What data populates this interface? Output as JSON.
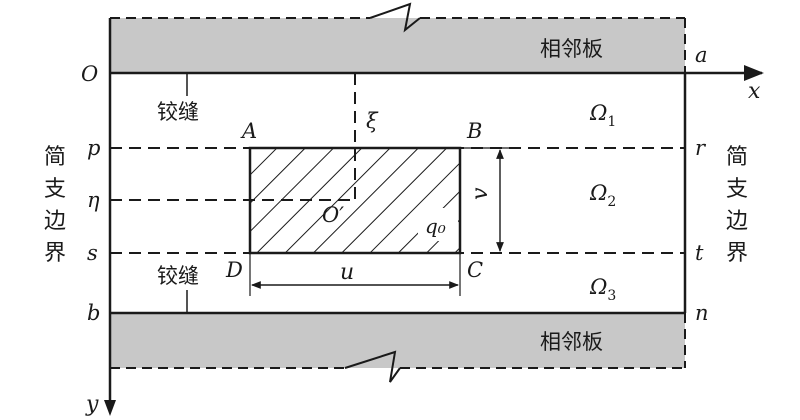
{
  "diagram": {
    "plate_label_top": "相邻板",
    "plate_label_bottom": "相邻板",
    "hinge_label_top": "铰缝",
    "hinge_label_bottom": "铰缝",
    "support_left": [
      "简",
      "支",
      "边",
      "界"
    ],
    "support_right": [
      "简",
      "支",
      "边",
      "界"
    ],
    "axis_x": "x",
    "axis_y": "y",
    "origin": "O",
    "left_marks": [
      "p",
      "η",
      "s",
      "b"
    ],
    "right_marks": [
      "a",
      "r",
      "t",
      "n"
    ],
    "corners": [
      "A",
      "B",
      "C",
      "D"
    ],
    "load_center": "O′",
    "load_value": "q₀",
    "dim_u": "u",
    "dim_v": "v",
    "xi": "ξ",
    "regions": [
      {
        "symbol": "Ω",
        "sub": "1"
      },
      {
        "symbol": "Ω",
        "sub": "2"
      },
      {
        "symbol": "Ω",
        "sub": "3"
      }
    ],
    "colors": {
      "plate_fill": "#c8c8c8",
      "line": "#1a1a1a",
      "background": "#ffffff"
    }
  }
}
